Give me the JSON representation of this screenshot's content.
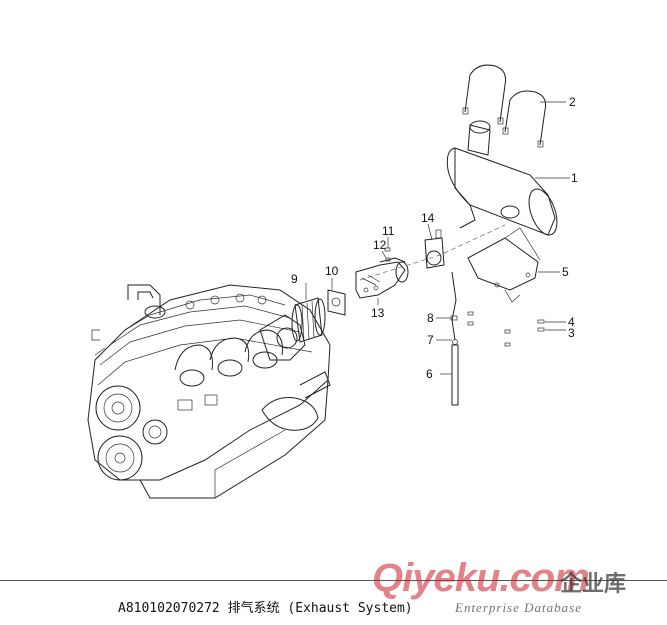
{
  "callouts": [
    "1",
    "2",
    "3",
    "4",
    "5",
    "6",
    "7",
    "8",
    "9",
    "10",
    "11",
    "12",
    "13",
    "14"
  ],
  "caption": "A810102070272 排气系统 (Exhaust System)",
  "watermark": {
    "brand": "Qiyeku.com",
    "cn": "企业库",
    "sub": "Enterprise Database"
  },
  "colors": {
    "line": "#222222",
    "watermark": "#c81e28"
  }
}
